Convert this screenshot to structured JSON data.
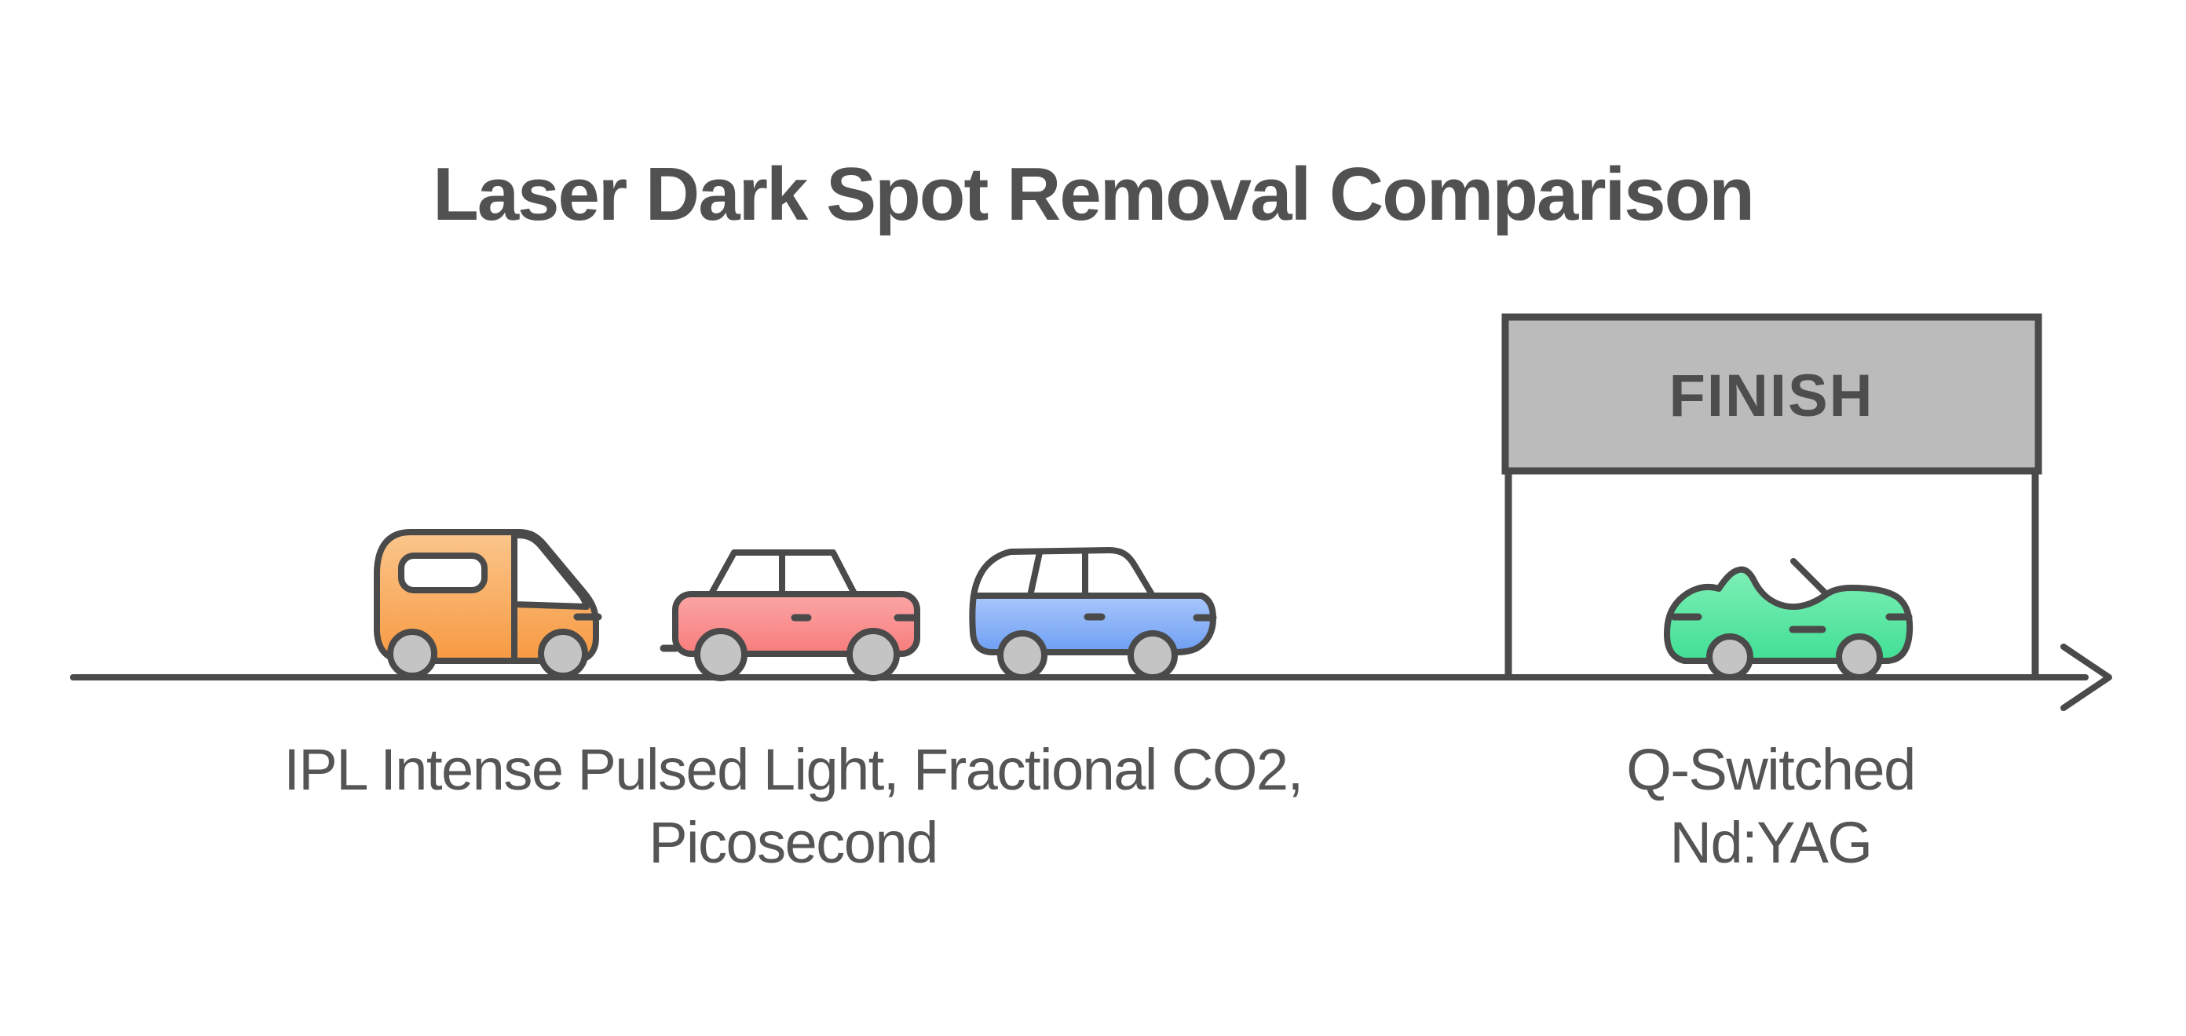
{
  "diagram": {
    "title": "Laser Dark Spot Removal Comparison"
  },
  "finish_gate": {
    "label": "FINISH"
  },
  "labels": {
    "slow_group": {
      "line1": "IPL Intense Pulsed Light, Fractional CO2,",
      "line2": "Picosecond"
    },
    "fast_group": {
      "line1": "Q-Switched",
      "line2": "Nd:YAG"
    }
  },
  "vehicles": [
    {
      "name": "orange-van",
      "color_top": "#FBC68C",
      "color_bottom": "#F79A42"
    },
    {
      "name": "red-sedan",
      "color_top": "#FBA6A6",
      "color_bottom": "#F87C7C"
    },
    {
      "name": "blue-wagon",
      "color_top": "#A9C7FB",
      "color_bottom": "#6E9FF4"
    },
    {
      "name": "green-convertible",
      "color_top": "#7EEFB6",
      "color_bottom": "#41DF95"
    }
  ],
  "colors": {
    "outline": "#4A4A4A",
    "banner_fill": "#BBBBBB",
    "wheel_fill": "#C4C4C4",
    "title_text": "#515151",
    "label_text": "#555555",
    "background": "#FFFFFF"
  }
}
